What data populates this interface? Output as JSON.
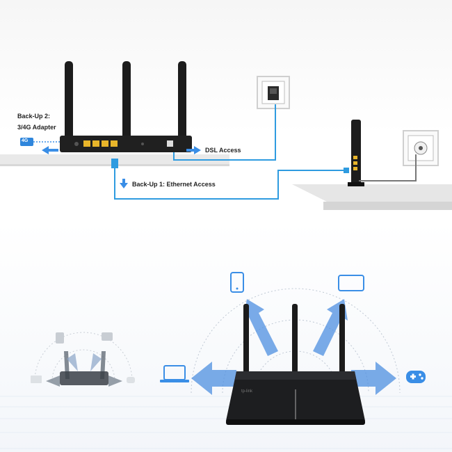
{
  "top": {
    "backup2_line1": "Back-Up 2:",
    "backup2_line2": "3/4G Adapter",
    "adapter_badge": "4G",
    "dsl_access": "DSL Access",
    "backup1": "Back-Up 1: Ethernet Access"
  },
  "bottom": {
    "router_brand": "tp-link"
  },
  "colors": {
    "accent_blue": "#3a8ee6",
    "cable_blue": "#2e9be0",
    "router_black": "#1b1b1b",
    "port_yellow": "#e8b52a"
  }
}
